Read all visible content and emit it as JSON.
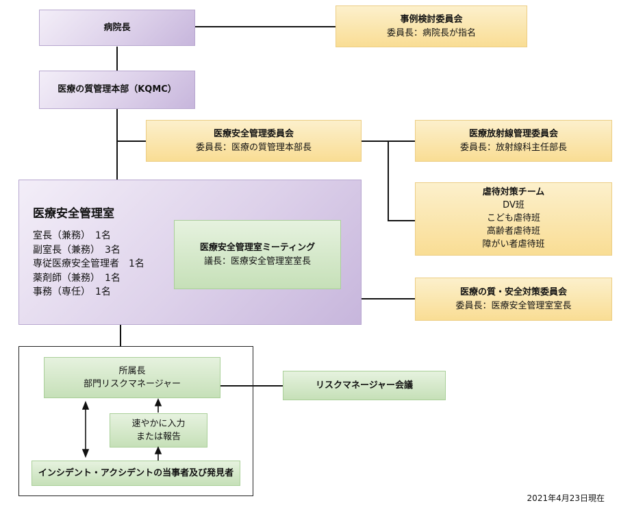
{
  "director": {
    "label": "病院長"
  },
  "case_review": {
    "title": "事例検討委員会",
    "chair": "委員長：病院長が指名"
  },
  "kqmc": {
    "label": "医療の質管理本部（KQMC）"
  },
  "safety_committee": {
    "title": "医療安全管理委員会",
    "chair": "委員長：医療の質管理本部長"
  },
  "radiation_committee": {
    "title": "医療放射線管理委員会",
    "chair": "委員長：放射線科主任部長"
  },
  "abuse_team": {
    "title": "虐待対策チーム",
    "groups": [
      "DV班",
      "こども虐待班",
      "高齢者虐待班",
      "障がい者虐待班"
    ]
  },
  "safety_office": {
    "title": "医療安全管理室",
    "staff": [
      "室長（兼務）　1名",
      "副室長（兼務）　3名",
      "専従医療安全管理者　1名",
      "薬剤師（兼務）　1名",
      "事務（専任）　1名"
    ]
  },
  "office_meeting": {
    "title": "医療安全管理室ミーティング",
    "chair": "議長：医療安全管理室室長"
  },
  "quality_safety_committee": {
    "title": "医療の質・安全対策委員会",
    "chair": "委員長：医療安全管理室室長"
  },
  "dept_head": {
    "line1": "所属長",
    "line2": "部門リスクマネージャー"
  },
  "risk_manager_meeting": {
    "label": "リスクマネージャー会議"
  },
  "report": {
    "line1": "速やかに入力",
    "line2": "または報告"
  },
  "reporters": {
    "label": "インシデント・アクシデントの当事者及び発見者"
  },
  "date": "2021年4月23日現在",
  "colors": {
    "purple": "#ddd1ea",
    "yellow": "#f9dd94",
    "green": "#c6e0b8",
    "line": "#111111"
  }
}
